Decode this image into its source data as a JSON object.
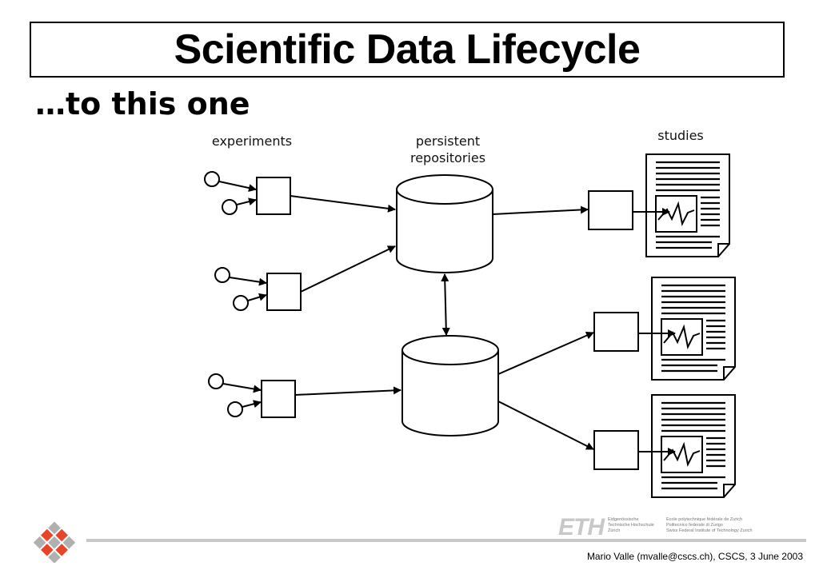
{
  "slide": {
    "title": "Scientific Data Lifecycle",
    "subtitle": "…to this one",
    "footer": "Mario Valle (mvalle@cscs.ch), CSCS, 3 June 2003"
  },
  "diagram": {
    "labels": {
      "experiments": "experiments",
      "persistent_line1": "persistent",
      "persistent_line2": "repositories",
      "studies": "studies"
    }
  },
  "logos": {
    "eth_wordmark": "ETH",
    "eth_lines": [
      "Eidgenössische Technische Hochschule Zürich",
      "Ecole polytechnique fédérale de Zurich",
      "Politecnico federale di Zurigo",
      "Swiss Federal Institute of Technology Zurich"
    ]
  },
  "colors": {
    "line": "#000000",
    "logo_red": "#e8442a",
    "logo_gray": "#b0b0b0"
  }
}
